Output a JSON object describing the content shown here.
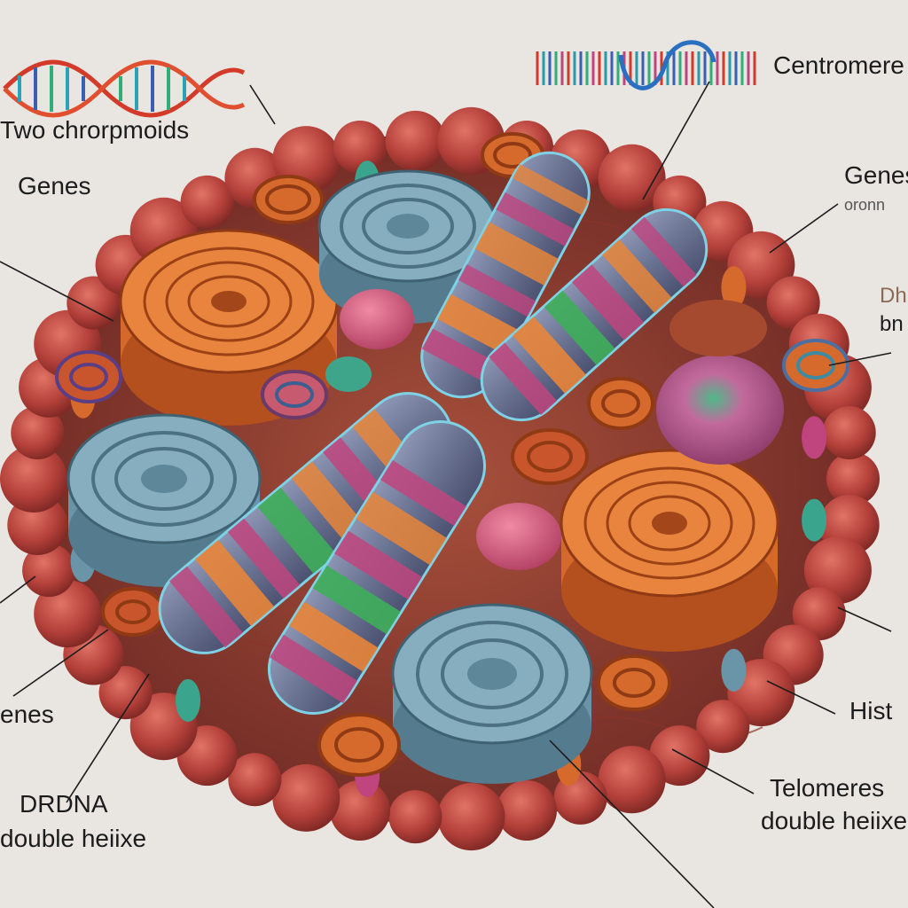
{
  "labels": {
    "two_chromatids": "Two chrorpmoids",
    "centromere": "Centromere",
    "genes_left": "Genes",
    "genes_right": "Genes",
    "genes_right_sub": "oronn",
    "dna_right_top": "Dh",
    "dna_right_bottom": "bn",
    "genes_bottom_left": "enes",
    "histone": "Hist",
    "dna_bottom_left": "DRDNA",
    "double_helix_left": "double heiixe",
    "telomeres": "Telomeres",
    "double_helix_right": "double heiixe"
  },
  "icons": [
    "dna-helix-icon",
    "dna-barcode-icon"
  ],
  "colors": {
    "background": "#e9e6e2",
    "chromatid": "#6d7490",
    "band_orange": "#e8853a",
    "band_magenta": "#c0457e",
    "band_green": "#3fae5a",
    "coil_orange": "#d56a2c",
    "coil_blue": "#6a94a8",
    "cell_border": "#b8443a"
  }
}
